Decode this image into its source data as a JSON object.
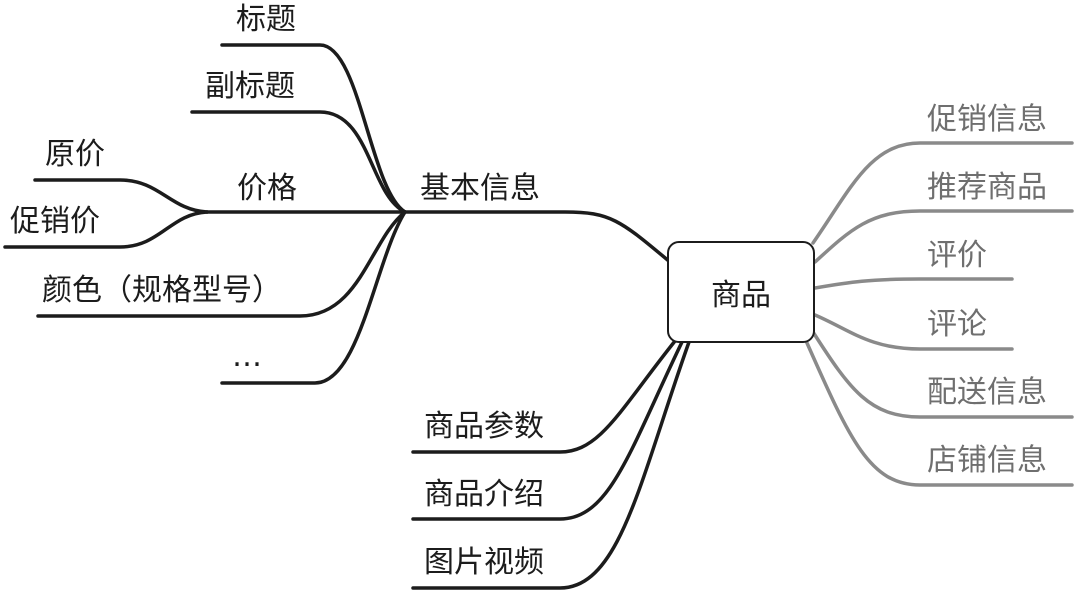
{
  "colors": {
    "dark": "#1c1c1c",
    "grey": "#8a8a8a",
    "grey_text": "#6f6f6f"
  },
  "center": {
    "label": "商品"
  },
  "basic": {
    "label": "基本信息",
    "title": "标题",
    "subtitle": "副标题",
    "price": {
      "label": "价格",
      "original": "原价",
      "promo": "促销价"
    },
    "color_spec": "颜色（规格型号）",
    "more": "…"
  },
  "bottom": {
    "params": "商品参数",
    "intro": "商品介绍",
    "media": "图片视频"
  },
  "right": {
    "promo_info": "促销信息",
    "recommend": "推荐商品",
    "rating": "评价",
    "comments": "评论",
    "delivery": "配送信息",
    "store": "店铺信息"
  }
}
